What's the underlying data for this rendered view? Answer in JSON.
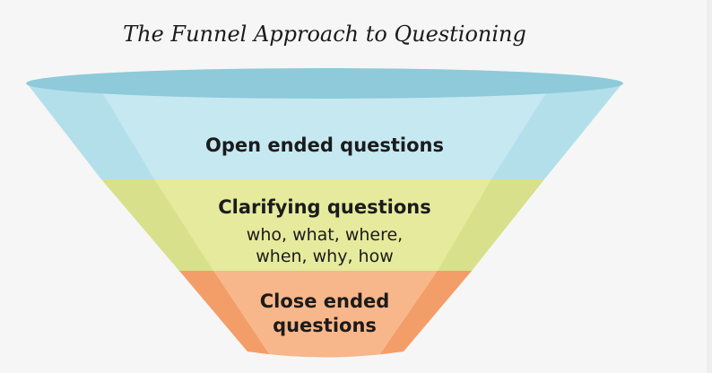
{
  "title": "The Funnel Approach to Questioning",
  "sections": [
    {
      "label": "Open ended questions",
      "color": "#c4e8f2"
    },
    {
      "label": "Clarifying questions",
      "detail_line1": "who, what, where,",
      "detail_line2": "when, why, how",
      "color": "#e6ea9a"
    },
    {
      "label_line1": "Close ended",
      "label_line2": "questions",
      "color": "#f6b385"
    }
  ],
  "rim_color": "#8dcad8"
}
